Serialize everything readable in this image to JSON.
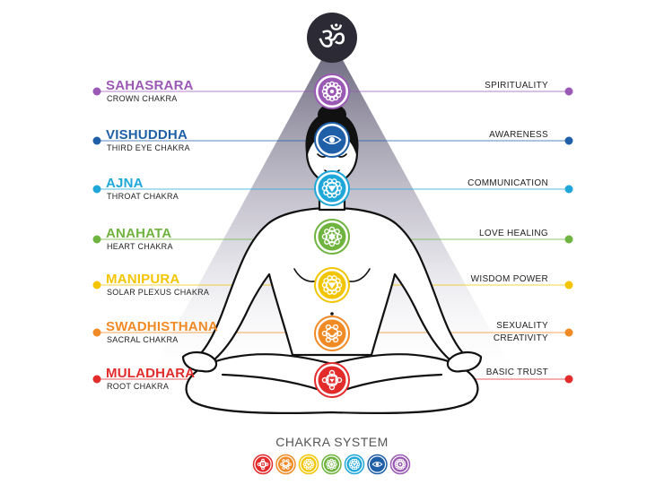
{
  "om_symbol": "ॐ",
  "title": "CHAKRA SYSTEM",
  "chakras": [
    {
      "name": "SAHASRARA",
      "subtitle": "CROWN CHAKRA",
      "meaning": "SPIRITUALITY",
      "color": "#9b59b6",
      "icon": "crown-lotus-icon"
    },
    {
      "name": "VISHUDDHA",
      "subtitle": "THIRD EYE CHAKRA",
      "meaning": "AWARENESS",
      "color": "#1f5fa8",
      "icon": "third-eye-icon"
    },
    {
      "name": "AJNA",
      "subtitle": "THROAT CHAKRA",
      "meaning": "COMMUNICATION",
      "color": "#1ea7d8",
      "icon": "throat-lotus-icon"
    },
    {
      "name": "ANAHATA",
      "subtitle": "HEART CHAKRA",
      "meaning": "LOVE HEALING",
      "color": "#6fb43f",
      "icon": "hexagram-icon"
    },
    {
      "name": "MANIPURA",
      "subtitle": "SOLAR PLEXUS CHAKRA",
      "meaning": "WISDOM POWER",
      "color": "#f2c500",
      "icon": "solar-lotus-icon"
    },
    {
      "name": "SWADHISTHANA",
      "subtitle": "SACRAL CHAKRA",
      "meaning": "SEXUALITY CREATIVITY",
      "color": "#f08a24",
      "icon": "crescent-lotus-icon"
    },
    {
      "name": "MULADHARA",
      "subtitle": "ROOT  CHAKRA",
      "meaning": "BASIC TRUST",
      "color": "#e32b2b",
      "icon": "square-lotus-icon"
    }
  ]
}
